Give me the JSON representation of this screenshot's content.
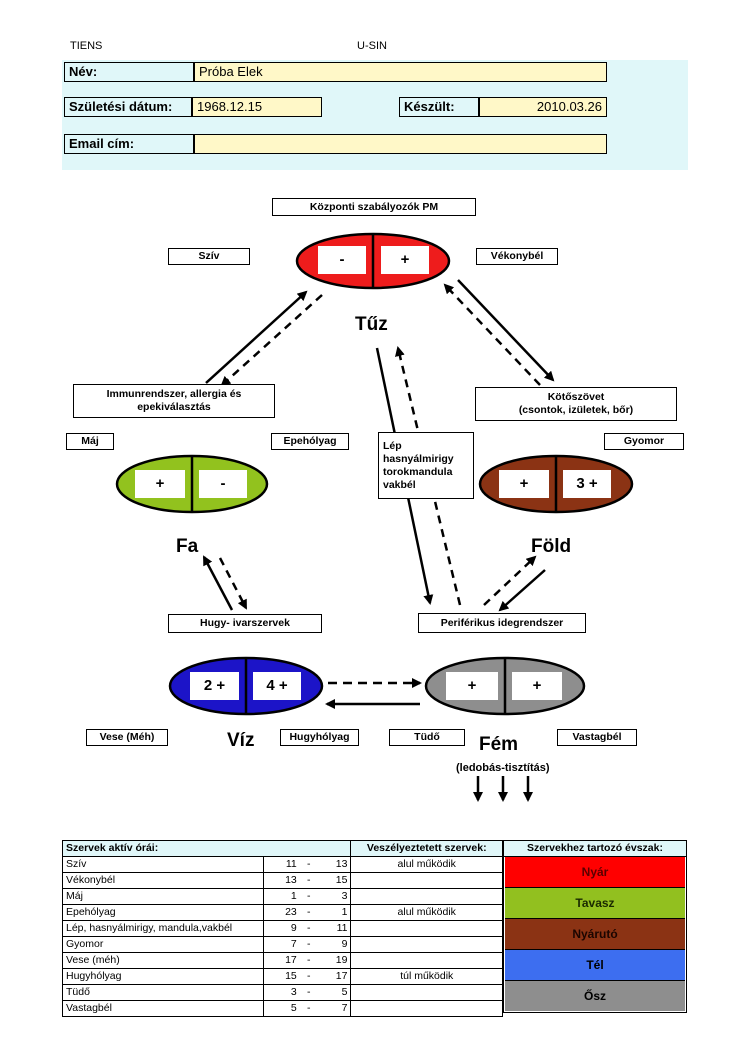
{
  "header": {
    "left": "TIENS",
    "center": "U-SIN"
  },
  "form": {
    "name_label": "Név:",
    "name_value": "Próba Elek",
    "dob_label": "Születési dátum:",
    "dob_value": "1968.12.15",
    "made_label": "Készült:",
    "made_value": "2010.03.26",
    "email_label": "Email cím:",
    "email_value": ""
  },
  "diagram": {
    "top_label": "Központi szabályozók PM",
    "szivl": "Szív",
    "vekonybel": "Vékonybél",
    "tuz": "Tűz",
    "fire_left": "-",
    "fire_right": "+",
    "immun_1": "Immunrendszer, allergia és",
    "immun_2": "epekiválasztás",
    "kotoszovet_1": "Kötőszövet",
    "kotoszovet_2": "(csontok, izületek, bőr)",
    "maj": "Máj",
    "epeholyag": "Epehólyag",
    "lep_1": "Lép",
    "lep_2": "hasnyálmirigy",
    "lep_3": "torokmandula",
    "lep_4": "vakbél",
    "gyomor": "Gyomor",
    "wood_left": "+",
    "wood_right": "-",
    "earth_left": "+",
    "earth_right": "3 +",
    "fa": "Fa",
    "fold": "Föld",
    "hugy": "Hugy- ivarszervek",
    "periferikus": "Periférikus idegrendszer",
    "water_left": "2 +",
    "water_right": "4 +",
    "metal_left": "+",
    "metal_right": "+",
    "vese": "Vese (Méh)",
    "viz": "Víz",
    "hugyholyag": "Hugyhólyag",
    "tudo": "Tüdő",
    "fem": "Fém",
    "vastagbel": "Vastagbél",
    "ledobas": "(ledobás-tisztítás)",
    "colors": {
      "fire": "#ee1c1c",
      "wood": "#92c21e",
      "earth": "#8b3314",
      "water": "#1c14c8",
      "metal": "#8e8e8e"
    }
  },
  "table": {
    "h1": "Szervek aktív órái:",
    "h2": "Veszélyeztetett szervek:",
    "h3": "Szervekhez tartozó évszak:",
    "rows": [
      {
        "organ": "Szív",
        "from": "11",
        "dash": "-",
        "to": "13",
        "status": "alul működik"
      },
      {
        "organ": "Vékonybél",
        "from": "13",
        "dash": "-",
        "to": "15",
        "status": ""
      },
      {
        "organ": "Máj",
        "from": "1",
        "dash": "-",
        "to": "3",
        "status": ""
      },
      {
        "organ": "Epehólyag",
        "from": "23",
        "dash": "-",
        "to": "1",
        "status": "alul működik"
      },
      {
        "organ": "Lép, hasnyálmirigy, mandula,vakbél",
        "from": "9",
        "dash": "-",
        "to": "11",
        "status": ""
      },
      {
        "organ": "Gyomor",
        "from": "7",
        "dash": "-",
        "to": "9",
        "status": ""
      },
      {
        "organ": "Vese (méh)",
        "from": "17",
        "dash": "-",
        "to": "19",
        "status": ""
      },
      {
        "organ": "Hugyhólyag",
        "from": "15",
        "dash": "-",
        "to": "17",
        "status": "túl működik"
      },
      {
        "organ": "Tüdő",
        "from": "3",
        "dash": "-",
        "to": "5",
        "status": ""
      },
      {
        "organ": "Vastagbél",
        "from": "5",
        "dash": "-",
        "to": "7",
        "status": ""
      }
    ],
    "seasons": [
      {
        "name": "Nyár",
        "color": "#ff0000",
        "text_color": "#5a0000"
      },
      {
        "name": "Tavasz",
        "color": "#92c01f",
        "text_color": "#1a2a00"
      },
      {
        "name": "Nyárutó",
        "color": "#8b3314",
        "text_color": "#1a0500"
      },
      {
        "name": "Tél",
        "color": "#3d6ef0",
        "text_color": "#000000"
      },
      {
        "name": "Ősz",
        "color": "#8e8e8e",
        "text_color": "#000000"
      }
    ]
  }
}
